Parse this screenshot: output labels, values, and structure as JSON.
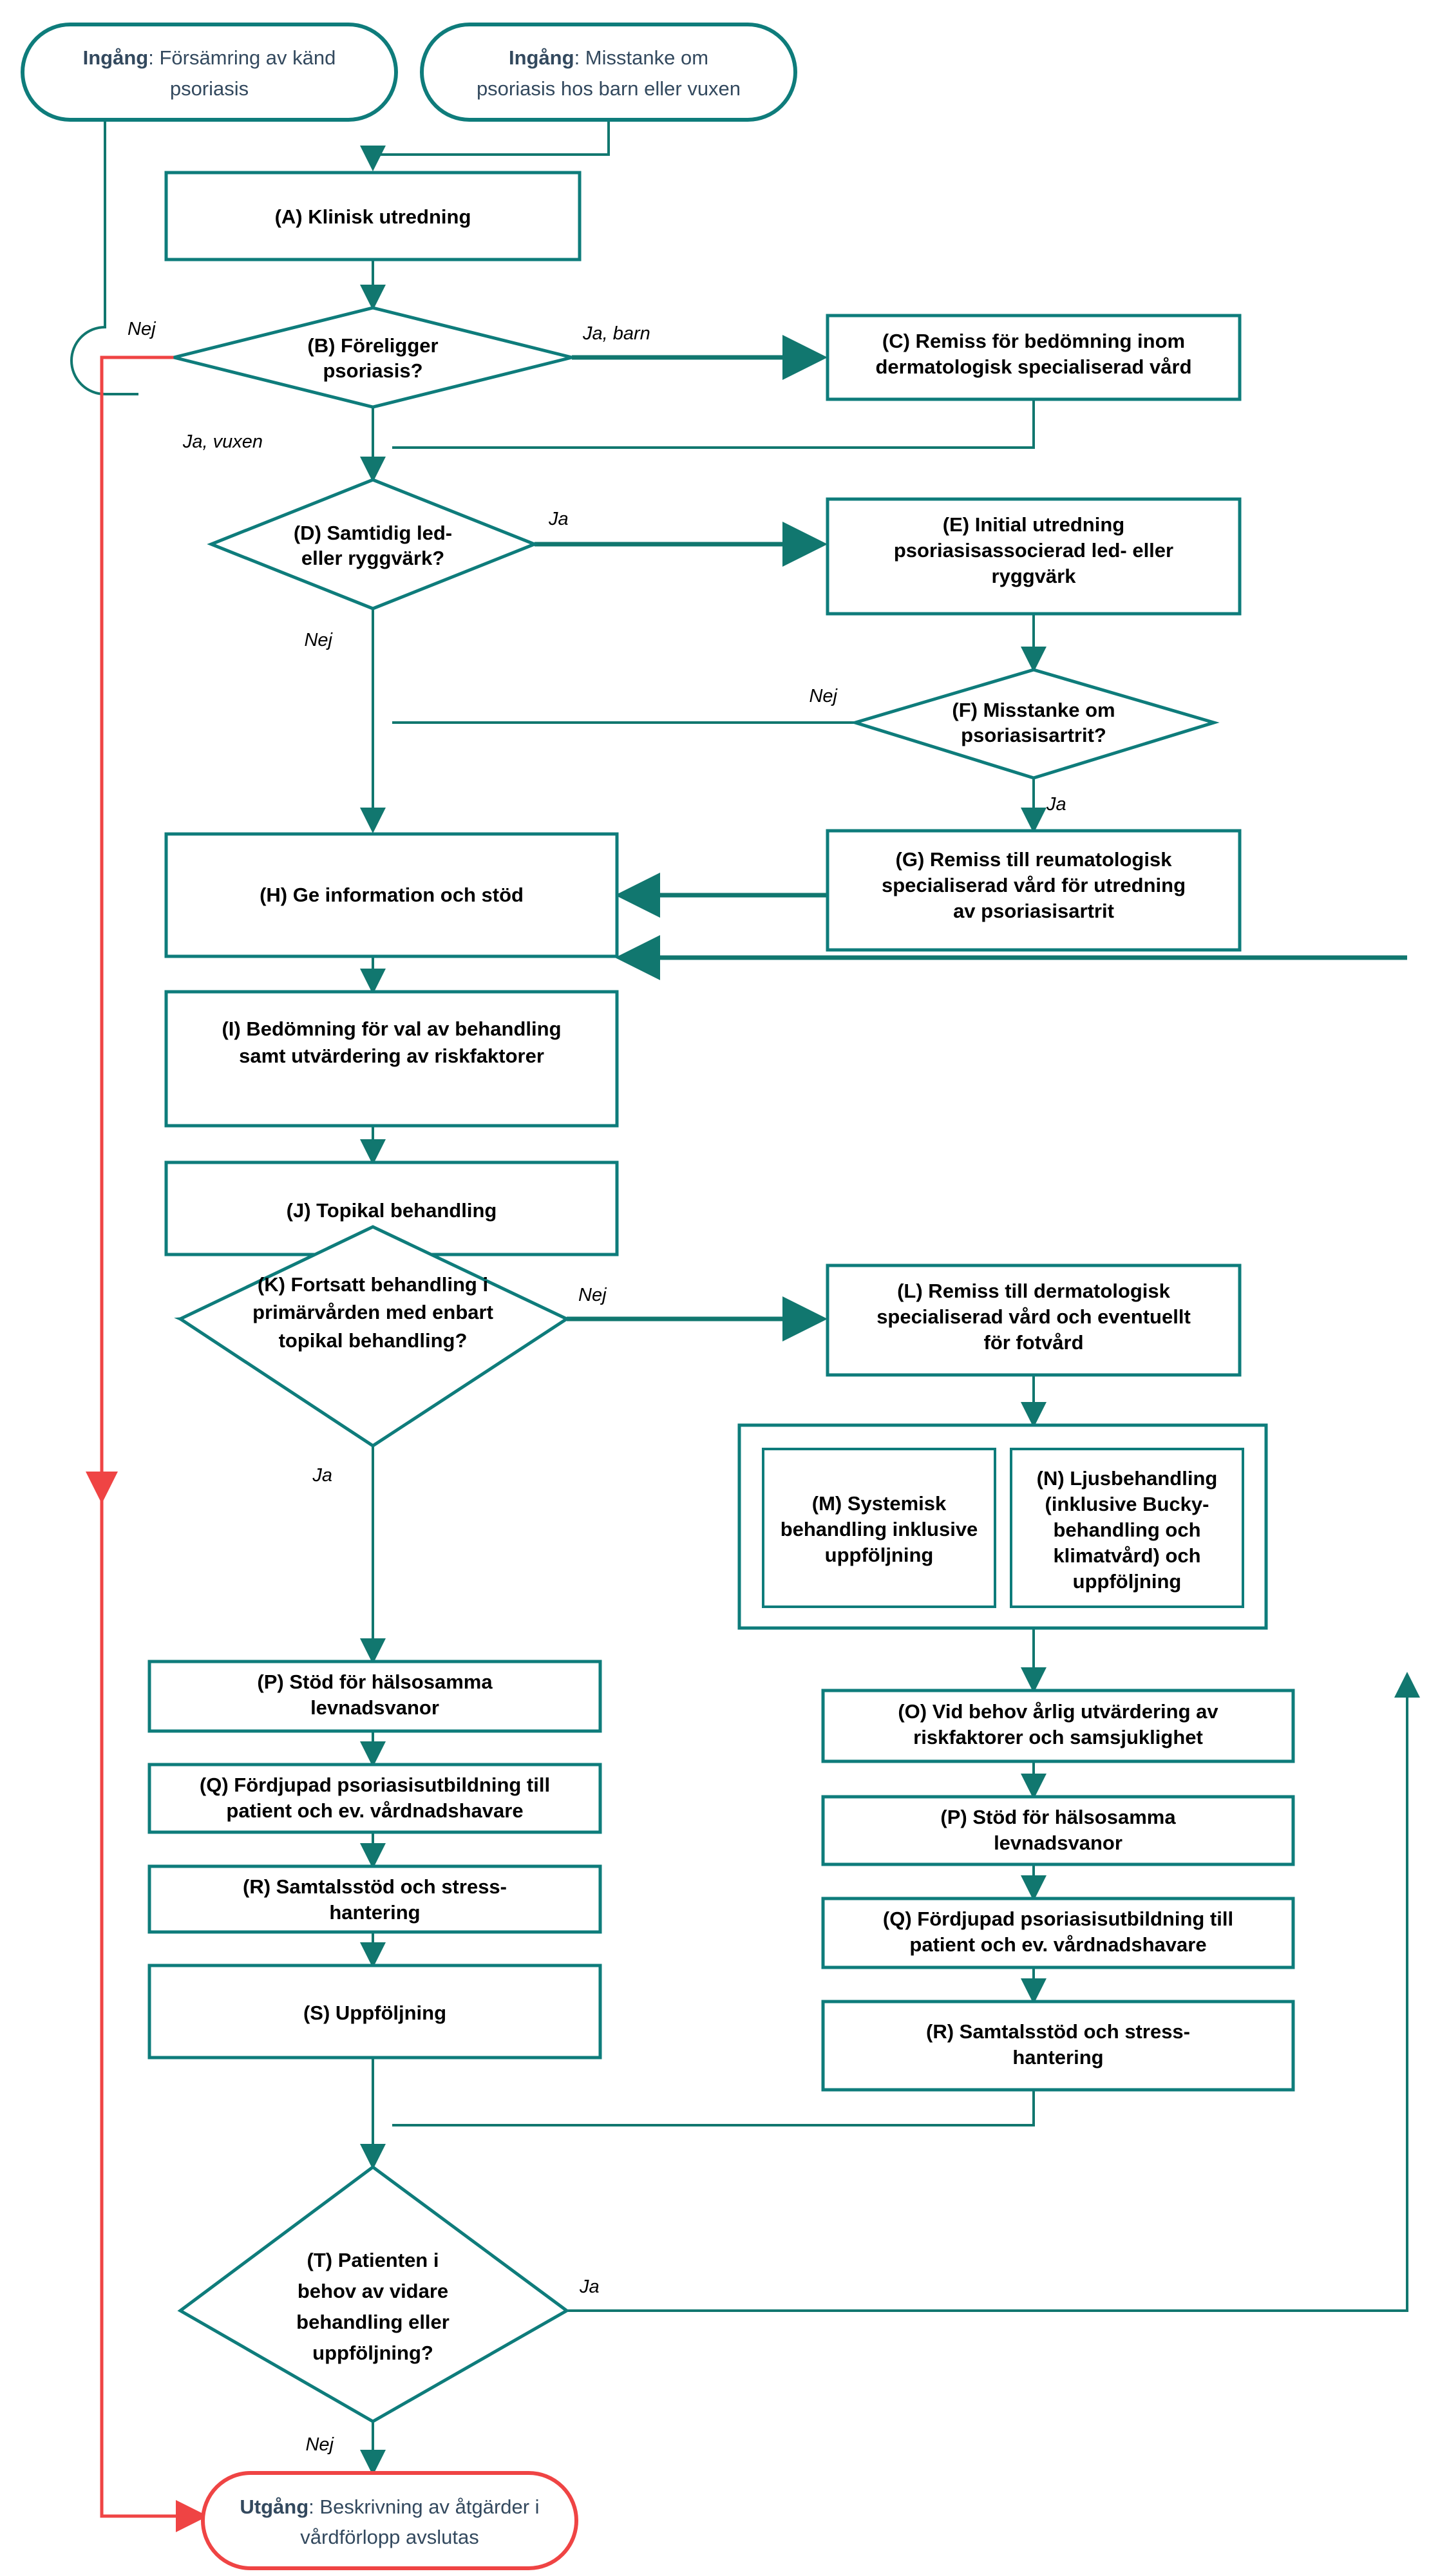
{
  "meta": {
    "title": "Vårdförlopp psoriasis – flödesschema",
    "colors": {
      "teal": "#0e7c7b",
      "teal_line": "#11776f",
      "red": "#ef4444",
      "terminal_text": "#33495e",
      "node_text": "#000000",
      "background": "#ffffff"
    }
  },
  "terminals": {
    "entry1": {
      "prefix": "Ingång",
      "sep": ": ",
      "text_line1": "Försämring av känd",
      "text_line2": "psoriasis"
    },
    "entry2": {
      "prefix": "Ingång",
      "sep": ": ",
      "text_line1": "Misstanke om",
      "text_line2": "psoriasis hos barn eller vuxen"
    },
    "exit": {
      "prefix": "Utgång",
      "sep": ": ",
      "text_line1": "Beskrivning av åtgärder i",
      "text_line2": "vårdförlopp avslutas"
    }
  },
  "nodes": {
    "A": {
      "id": "A",
      "lines": [
        "(A) Klinisk utredning"
      ]
    },
    "B": {
      "id": "B",
      "lines": [
        "(B) Föreligger",
        "psoriasis?"
      ]
    },
    "C": {
      "id": "C",
      "lines": [
        "(C) Remiss för bedömning inom",
        "dermatologisk specialiserad vård"
      ]
    },
    "D": {
      "id": "D",
      "lines": [
        "(D) Samtidig led-",
        "eller ryggvärk?"
      ]
    },
    "E": {
      "id": "E",
      "lines": [
        "(E) Initial utredning",
        "psoriasisassocierad led- eller",
        "ryggvärk"
      ]
    },
    "F": {
      "id": "F",
      "lines": [
        "(F) Misstanke om",
        "psoriasisartrit?"
      ]
    },
    "G": {
      "id": "G",
      "lines": [
        "(G) Remiss till reumatologisk",
        "specialiserad vård för utredning",
        "av psoriasisartrit"
      ]
    },
    "H": {
      "id": "H",
      "lines": [
        "(H) Ge information och stöd"
      ]
    },
    "I": {
      "id": "I",
      "lines": [
        "(I) Bedömning för val av behandling",
        "samt utvärdering av riskfaktorer"
      ]
    },
    "J": {
      "id": "J",
      "lines": [
        "(J) Topikal behandling"
      ]
    },
    "K": {
      "id": "K",
      "lines": [
        "(K) Fortsatt behandling i",
        "primärvården med enbart",
        "topikal behandling?"
      ]
    },
    "L": {
      "id": "L",
      "lines": [
        "(L) Remiss till dermatologisk",
        "specialiserad vård och eventuellt",
        "för fotvård"
      ]
    },
    "M": {
      "id": "M",
      "lines": [
        "(M) Systemisk",
        "behandling inklusive",
        "uppföljning"
      ]
    },
    "N": {
      "id": "N",
      "lines": [
        "(N) Ljusbehandling",
        "(inklusive Bucky-",
        "behandling och",
        "klimatvård) och",
        "uppföljning"
      ]
    },
    "O": {
      "id": "O",
      "lines": [
        "(O) Vid behov årlig utvärdering av",
        "riskfaktorer och samsjuklighet"
      ]
    },
    "P_left": {
      "id": "P",
      "lines": [
        "(P) Stöd för hälsosamma",
        "levnadsvanor"
      ]
    },
    "Q_left": {
      "id": "Q",
      "lines": [
        "(Q) Fördjupad psoriasisutbildning till",
        "patient och ev. vårdnadshavare"
      ]
    },
    "R_left": {
      "id": "R",
      "lines": [
        "(R) Samtalsstöd och stress-",
        "hantering"
      ]
    },
    "S_left": {
      "id": "S",
      "lines": [
        "(S) Uppföljning"
      ]
    },
    "P_right": {
      "id": "P",
      "lines": [
        "(P) Stöd för hälsosamma",
        "levnadsvanor"
      ]
    },
    "Q_right": {
      "id": "Q",
      "lines": [
        "(Q) Fördjupad psoriasisutbildning till",
        "patient och ev. vårdnadshavare"
      ]
    },
    "R_right": {
      "id": "R",
      "lines": [
        "(R) Samtalsstöd och stress-",
        "hantering"
      ]
    },
    "T": {
      "id": "T",
      "lines": [
        "(T) Patienten i",
        "behov av vidare",
        "behandling eller",
        "uppföljning?"
      ]
    }
  },
  "edge_labels": {
    "b_nej": "Nej",
    "b_ja_barn": "Ja, barn",
    "b_ja_vuxen": "Ja, vuxen",
    "d_ja": "Ja",
    "d_nej": "Nej",
    "f_nej": "Nej",
    "f_ja": "Ja",
    "k_nej": "Nej",
    "k_ja": "Ja",
    "t_ja": "Ja",
    "t_nej": "Nej"
  }
}
